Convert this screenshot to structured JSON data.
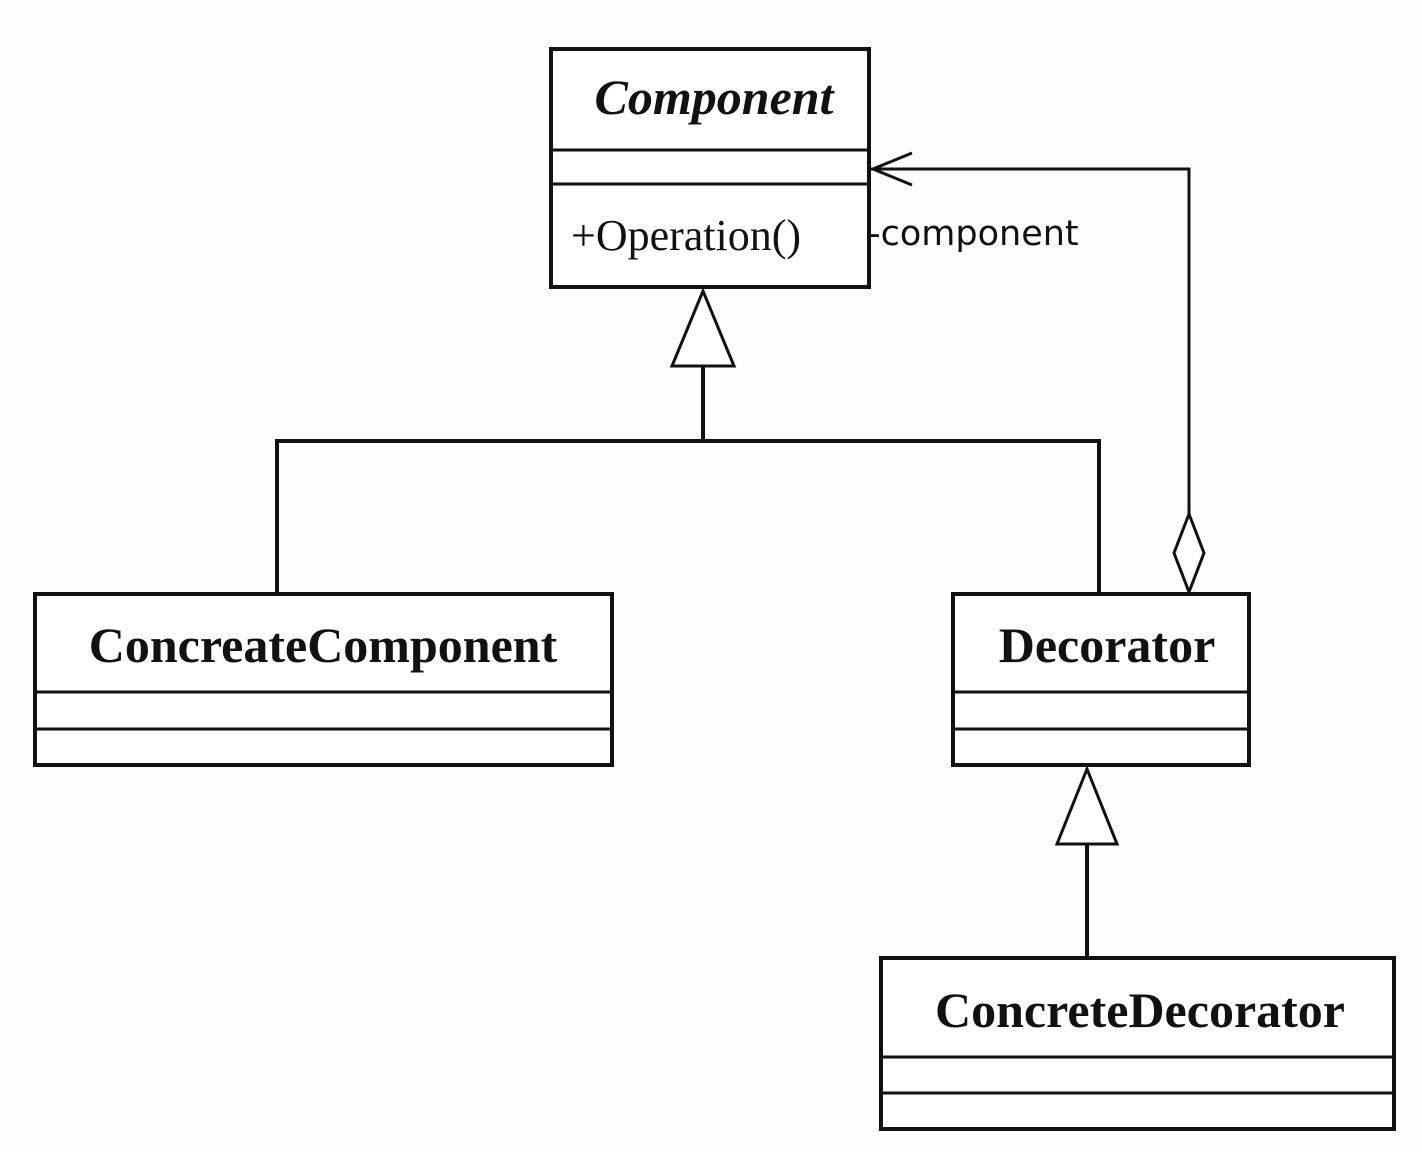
{
  "classes": {
    "component": {
      "name": "Component",
      "operation": "+Operation()"
    },
    "concreate_component": {
      "name": "ConcreateComponent"
    },
    "decorator": {
      "name": "Decorator"
    },
    "concrete_decorator": {
      "name": "ConcreteDecorator"
    }
  },
  "relations": {
    "aggregation_role": "-component"
  }
}
